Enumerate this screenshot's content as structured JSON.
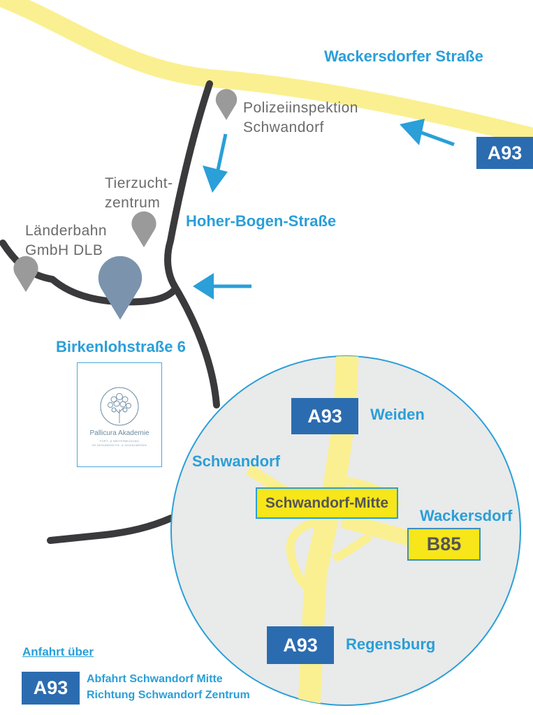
{
  "colors": {
    "road_yellow": "#faf091",
    "local_road": "#3a3a3c",
    "accent_blue": "#2a9fd8",
    "shield_blue": "#2b6cb0",
    "sign_yellow": "#f6e61a",
    "pin_grey": "#9a9a9a",
    "pin_main": "#7b93ad",
    "inset_bg": "#e9eaea"
  },
  "streets": {
    "wackersdorfer": "Wackersdorfer Straße",
    "hoher_bogen": "Hoher-Bogen-Straße"
  },
  "pois": {
    "polizei": [
      "Polizeiinspektion",
      "Schwandorf"
    ],
    "tierzucht": [
      "Tierzucht-",
      "zentrum"
    ],
    "laenderbahn": [
      "Länderbahn",
      "GmbH DLB"
    ]
  },
  "destination": {
    "address": "Birkenlohstraße 6",
    "logo_name": "Pallicura Akademie",
    "logo_sub": [
      "FORT- & WEITERBILDUNG",
      "IM GESUNDHEITS- & SOZIALWESEN"
    ]
  },
  "shields": {
    "top_right": "A93",
    "inset_north": "A93",
    "inset_south": "A93",
    "legend": "A93",
    "b85": "B85"
  },
  "inset": {
    "weiden": "Weiden",
    "schwandorf": "Schwandorf",
    "exit_name": "Schwandorf-Mitte",
    "wackersdorf": "Wackersdorf",
    "regensburg": "Regensburg"
  },
  "legend": {
    "heading": "Anfahrt über",
    "line1": "Abfahrt Schwandorf Mitte",
    "line2": "Richtung Schwandorf Zentrum"
  }
}
